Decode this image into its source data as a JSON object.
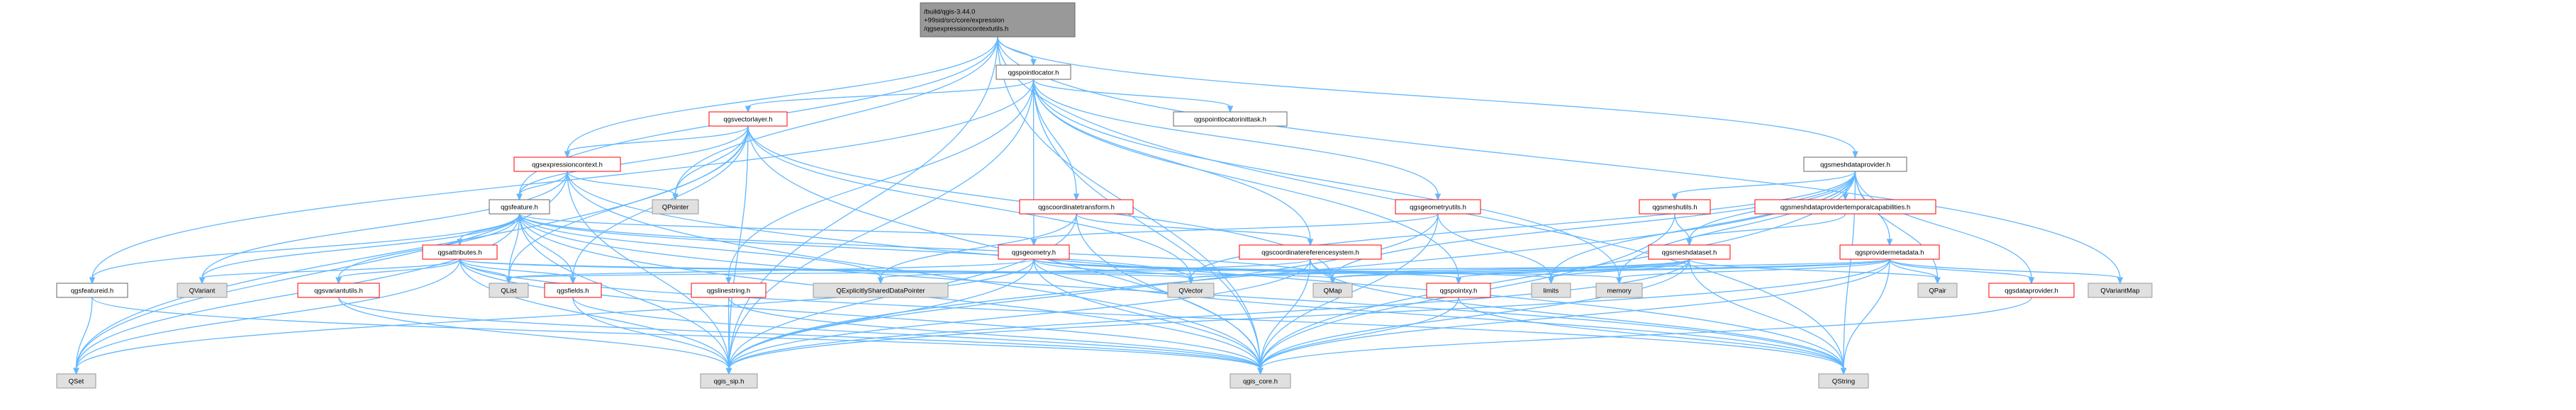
{
  "nodes": [
    {
      "id": "root",
      "kind": "root",
      "lines": [
        "/build/qgis-3.44.0",
        "+99sid/src/core/expression",
        "/qgsexpressioncontextutils.h"
      ]
    },
    {
      "id": "qgspointlocator",
      "kind": "plain",
      "lines": [
        "qgspointlocator.h"
      ]
    },
    {
      "id": "qgsmeshdataprovider",
      "kind": "plain",
      "lines": [
        "qgsmeshdataprovider.h"
      ]
    },
    {
      "id": "qgsvectorlayer",
      "kind": "red",
      "lines": [
        "qgsvectorlayer.h"
      ]
    },
    {
      "id": "qgspointlocatorinittask",
      "kind": "plain",
      "lines": [
        "qgspointlocatorinittask.h"
      ]
    },
    {
      "id": "qgsexpressioncontext",
      "kind": "red",
      "lines": [
        "qgsexpressioncontext.h"
      ]
    },
    {
      "id": "qgsfeature",
      "kind": "plain",
      "lines": [
        "qgsfeature.h"
      ]
    },
    {
      "id": "QPointer",
      "kind": "ext",
      "lines": [
        "QPointer"
      ]
    },
    {
      "id": "qgscoordinatetransform",
      "kind": "red",
      "lines": [
        "qgscoordinatetransform.h"
      ]
    },
    {
      "id": "qgsgeometryutils",
      "kind": "red",
      "lines": [
        "qgsgeometryutils.h"
      ]
    },
    {
      "id": "qgsmeshutils",
      "kind": "red",
      "lines": [
        "qgsmeshutils.h"
      ]
    },
    {
      "id": "qgsmeshdataprovidertemporalcapabilities",
      "kind": "red",
      "lines": [
        "qgsmeshdataprovidertemporalcapabilities.h"
      ]
    },
    {
      "id": "qgsattributes",
      "kind": "red",
      "lines": [
        "qgsattributes.h"
      ]
    },
    {
      "id": "qgsgeometry",
      "kind": "red",
      "lines": [
        "qgsgeometry.h"
      ]
    },
    {
      "id": "qgscoordinatereferencesystem",
      "kind": "red",
      "lines": [
        "qgscoordinatereferencesystem.h"
      ]
    },
    {
      "id": "qgsmeshdataset",
      "kind": "red",
      "lines": [
        "qgsmeshdataset.h"
      ]
    },
    {
      "id": "qgsprovidermetadata",
      "kind": "red",
      "lines": [
        "qgsprovidermetadata.h"
      ]
    },
    {
      "id": "qgsfeatureid",
      "kind": "plain",
      "lines": [
        "qgsfeatureid.h"
      ]
    },
    {
      "id": "QVariant",
      "kind": "ext",
      "lines": [
        "QVariant"
      ]
    },
    {
      "id": "qgsvariantutils",
      "kind": "red",
      "lines": [
        "qgsvariantutils.h"
      ]
    },
    {
      "id": "QList",
      "kind": "ext",
      "lines": [
        "QList"
      ]
    },
    {
      "id": "qgsfields",
      "kind": "red",
      "lines": [
        "qgsfields.h"
      ]
    },
    {
      "id": "qgslinestring",
      "kind": "red",
      "lines": [
        "qgslinestring.h"
      ]
    },
    {
      "id": "QExplicitlySharedDataPointer",
      "kind": "ext",
      "lines": [
        "QExplicitlySharedDataPointer"
      ]
    },
    {
      "id": "QVector",
      "kind": "ext",
      "lines": [
        "QVector"
      ]
    },
    {
      "id": "QMap",
      "kind": "ext",
      "lines": [
        "QMap"
      ]
    },
    {
      "id": "qgspointxy",
      "kind": "red",
      "lines": [
        "qgspointxy.h"
      ]
    },
    {
      "id": "limits",
      "kind": "ext",
      "lines": [
        "limits"
      ]
    },
    {
      "id": "memory",
      "kind": "ext",
      "lines": [
        "memory"
      ]
    },
    {
      "id": "QPair",
      "kind": "ext",
      "lines": [
        "QPair"
      ]
    },
    {
      "id": "qgsdataprovider",
      "kind": "red",
      "lines": [
        "qgsdataprovider.h"
      ]
    },
    {
      "id": "QVariantMap",
      "kind": "ext",
      "lines": [
        "QVariantMap"
      ]
    },
    {
      "id": "QSet",
      "kind": "ext",
      "lines": [
        "QSet"
      ]
    },
    {
      "id": "qgis_sip",
      "kind": "ext",
      "lines": [
        "qgis_sip.h"
      ]
    },
    {
      "id": "qgis_core",
      "kind": "ext",
      "lines": [
        "qgis_core.h"
      ]
    },
    {
      "id": "QString",
      "kind": "ext",
      "lines": [
        "QString"
      ]
    }
  ],
  "edges": [
    [
      "root",
      "qgspointlocator"
    ],
    [
      "root",
      "qgsmeshdataprovider"
    ],
    [
      "root",
      "qgsexpressioncontext"
    ],
    [
      "root",
      "qgsfeature"
    ],
    [
      "root",
      "QPointer"
    ],
    [
      "root",
      "QVariantMap"
    ],
    [
      "root",
      "qgis_sip"
    ],
    [
      "root",
      "qgis_core"
    ],
    [
      "root",
      "QString"
    ],
    [
      "qgspointlocator",
      "qgsvectorlayer"
    ],
    [
      "qgspointlocator",
      "qgspointlocatorinittask"
    ],
    [
      "qgspointlocator",
      "qgscoordinatetransform"
    ],
    [
      "qgspointlocator",
      "qgsgeometryutils"
    ],
    [
      "qgspointlocator",
      "qgsgeometry"
    ],
    [
      "qgspointlocator",
      "qgscoordinatereferencesystem"
    ],
    [
      "qgspointlocator",
      "qgsfeatureid"
    ],
    [
      "qgspointlocator",
      "qgslinestring"
    ],
    [
      "qgspointlocator",
      "qgspointxy"
    ],
    [
      "qgspointlocator",
      "memory"
    ],
    [
      "qgspointlocator",
      "qgis_sip"
    ],
    [
      "qgspointlocator",
      "qgis_core"
    ],
    [
      "qgsvectorlayer",
      "qgsexpressioncontext"
    ],
    [
      "qgsvectorlayer",
      "qgsfeature"
    ],
    [
      "qgsvectorlayer",
      "QPointer"
    ],
    [
      "qgsvectorlayer",
      "qgsfields"
    ],
    [
      "qgsvectorlayer",
      "QList"
    ],
    [
      "qgsvectorlayer",
      "QSet"
    ],
    [
      "qgsvectorlayer",
      "QMap"
    ],
    [
      "qgsvectorlayer",
      "QVector"
    ],
    [
      "qgsvectorlayer",
      "qgis_sip"
    ],
    [
      "qgsvectorlayer",
      "qgis_core"
    ],
    [
      "qgsexpressioncontext",
      "qgsfeature"
    ],
    [
      "qgsexpressioncontext",
      "QPointer"
    ],
    [
      "qgsexpressioncontext",
      "QVariant"
    ],
    [
      "qgsexpressioncontext",
      "QSet"
    ],
    [
      "qgsexpressioncontext",
      "QString"
    ],
    [
      "qgsexpressioncontext",
      "qgis_sip"
    ],
    [
      "qgsexpressioncontext",
      "qgis_core"
    ],
    [
      "qgsfeature",
      "qgsattributes"
    ],
    [
      "qgsfeature",
      "qgsgeometry"
    ],
    [
      "qgsfeature",
      "qgsfields"
    ],
    [
      "qgsfeature",
      "qgsfeatureid"
    ],
    [
      "qgsfeature",
      "qgsvariantutils"
    ],
    [
      "qgsfeature",
      "QVariant"
    ],
    [
      "qgsfeature",
      "QList"
    ],
    [
      "qgsfeature",
      "QSet"
    ],
    [
      "qgsfeature",
      "QExplicitlySharedDataPointer"
    ],
    [
      "qgsfeature",
      "QVector"
    ],
    [
      "qgsfeature",
      "QMap"
    ],
    [
      "qgsfeature",
      "QString"
    ],
    [
      "qgsfeature",
      "qgis_sip"
    ],
    [
      "qgsfeature",
      "qgis_core"
    ],
    [
      "qgscoordinatetransform",
      "qgscoordinatereferencesystem"
    ],
    [
      "qgscoordinatetransform",
      "QExplicitlySharedDataPointer"
    ],
    [
      "qgscoordinatetransform",
      "qgis_sip"
    ],
    [
      "qgscoordinatetransform",
      "qgis_core"
    ],
    [
      "qgsgeometryutils",
      "qgsgeometry"
    ],
    [
      "qgsgeometryutils",
      "limits"
    ],
    [
      "qgsgeometryutils",
      "qgis_sip"
    ],
    [
      "qgsgeometryutils",
      "qgis_core"
    ],
    [
      "qgsmeshdataprovider",
      "qgsmeshutils"
    ],
    [
      "qgsmeshdataprovider",
      "qgsmeshdataprovidertemporalcapabilities"
    ],
    [
      "qgsmeshdataprovider",
      "qgsmeshdataset"
    ],
    [
      "qgsmeshdataprovider",
      "qgsprovidermetadata"
    ],
    [
      "qgsmeshdataprovider",
      "qgsdataprovider"
    ],
    [
      "qgsmeshdataprovider",
      "QVector"
    ],
    [
      "qgsmeshdataprovider",
      "QMap"
    ],
    [
      "qgsmeshdataprovider",
      "QPair"
    ],
    [
      "qgsmeshdataprovider",
      "limits"
    ],
    [
      "qgsmeshdataprovider",
      "memory"
    ],
    [
      "qgsmeshdataprovider",
      "QString"
    ],
    [
      "qgsmeshdataprovider",
      "qgis_sip"
    ],
    [
      "qgsmeshdataprovider",
      "qgis_core"
    ],
    [
      "qgsmeshutils",
      "qgsmeshdataset"
    ],
    [
      "qgsmeshutils",
      "qgis_core"
    ],
    [
      "qgsmeshdataprovidertemporalcapabilities",
      "qgsmeshdataset"
    ],
    [
      "qgsattributes",
      "QVariant"
    ],
    [
      "qgsattributes",
      "QList"
    ],
    [
      "qgsattributes",
      "QVector"
    ],
    [
      "qgsattributes",
      "QMap"
    ],
    [
      "qgsattributes",
      "QString"
    ],
    [
      "qgsattributes",
      "QSet"
    ],
    [
      "qgsattributes",
      "qgsfields"
    ],
    [
      "qgsattributes",
      "qgsvariantutils"
    ],
    [
      "qgsattributes",
      "qgis_sip"
    ],
    [
      "qgsattributes",
      "qgis_core"
    ],
    [
      "qgsgeometry",
      "QList"
    ],
    [
      "qgsgeometry",
      "QVector"
    ],
    [
      "qgsgeometry",
      "QSet"
    ],
    [
      "qgsgeometry",
      "qgspointxy"
    ],
    [
      "qgsgeometry",
      "limits"
    ],
    [
      "qgsgeometry",
      "memory"
    ],
    [
      "qgsgeometry",
      "QString"
    ],
    [
      "qgsgeometry",
      "qgis_sip"
    ],
    [
      "qgsgeometry",
      "qgis_core"
    ],
    [
      "qgscoordinatereferencesystem",
      "QMap"
    ],
    [
      "qgscoordinatereferencesystem",
      "QString"
    ],
    [
      "qgscoordinatereferencesystem",
      "QExplicitlySharedDataPointer"
    ],
    [
      "qgscoordinatereferencesystem",
      "qgis_sip"
    ],
    [
      "qgscoordinatereferencesystem",
      "qgis_core"
    ],
    [
      "qgsmeshdataset",
      "QVector"
    ],
    [
      "qgsmeshdataset",
      "QString"
    ],
    [
      "qgsmeshdataset",
      "QMap"
    ],
    [
      "qgsmeshdataset",
      "QPair"
    ],
    [
      "qgsmeshdataset",
      "limits"
    ],
    [
      "qgsmeshdataset",
      "qgis_sip"
    ],
    [
      "qgsmeshdataset",
      "qgis_core"
    ],
    [
      "qgsmeshdataset",
      "qgspointxy"
    ],
    [
      "qgsprovidermetadata",
      "QVariantMap"
    ],
    [
      "qgsprovidermetadata",
      "QString"
    ],
    [
      "qgsprovidermetadata",
      "QMap"
    ],
    [
      "qgsprovidermetadata",
      "QList"
    ],
    [
      "qgsprovidermetadata",
      "memory"
    ],
    [
      "qgsprovidermetadata",
      "QPair"
    ],
    [
      "qgsprovidermetadata",
      "qgsdataprovider"
    ],
    [
      "qgsprovidermetadata",
      "qgis_sip"
    ],
    [
      "qgsprovidermetadata",
      "qgis_core"
    ],
    [
      "qgsprovidermetadata",
      "QVector"
    ],
    [
      "qgsfeatureid",
      "QSet"
    ],
    [
      "qgsfeatureid",
      "qgis_core"
    ],
    [
      "qgsvariantutils",
      "qgis_core"
    ],
    [
      "qgsvariantutils",
      "qgis_sip"
    ],
    [
      "qgsfields",
      "qgis_core"
    ],
    [
      "qgsfields",
      "qgis_sip"
    ],
    [
      "qgslinestring",
      "qgis_core"
    ],
    [
      "qgslinestring",
      "qgis_sip"
    ],
    [
      "qgspointxy",
      "qgis_core"
    ],
    [
      "qgspointxy",
      "QString"
    ],
    [
      "qgsdataprovider",
      "qgis_core"
    ]
  ],
  "colors": {
    "edge": "#63b8ff",
    "root_fill": "#999999",
    "ext_fill": "#e0e0e0",
    "red_border": "#ff0000"
  }
}
